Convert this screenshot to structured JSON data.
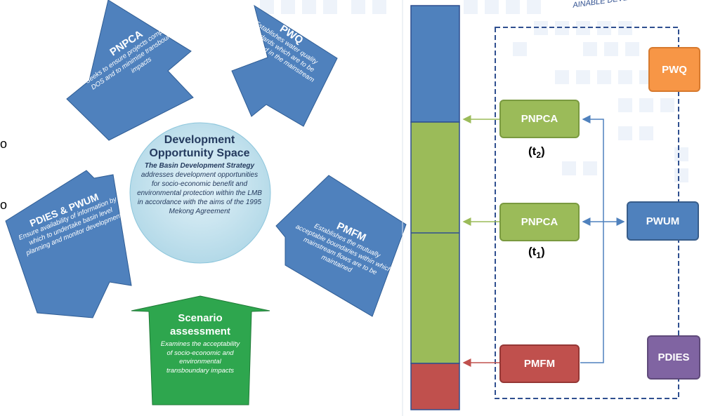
{
  "logo": {
    "text": "AINABLE DEVEL"
  },
  "left_diagram": {
    "center": {
      "title": "Development Opportunity Space",
      "desc_bold": "The Basin Development Strategy",
      "desc_rest": "addresses development opportunities for socio-economic benefit and environmental protection within the LMB in accordance with the aims of the 1995 Mekong Agreement"
    },
    "arrows": {
      "pnpca": {
        "title": "PNPCA",
        "desc": "Seeks to ensure projects comply with DOS and to minimise transboundary impacts"
      },
      "pwq": {
        "title": "PWQ",
        "desc": "Establishes water quality standards which are to be maintained in the mainstream"
      },
      "pdies_pwum": {
        "title": "PDIES & PWUM",
        "desc": "Ensure availability of information by which to undertake basin level planning and monitor development"
      },
      "pmfm": {
        "title": "PMFM",
        "desc": "Establishes the mutually acceptable boundaries within which mainstream flows are to be maintained"
      },
      "scenario": {
        "title": "Scenario assessment",
        "desc": "Examines the acceptability of socio-economic and environmental transboundary impacts"
      }
    },
    "edge_marks": [
      "o",
      "o"
    ]
  },
  "right_diagram": {
    "bar_segments": [
      {
        "name": "blue",
        "color": "#4f81bd"
      },
      {
        "name": "green",
        "color": "#9bbb59"
      },
      {
        "name": "red",
        "color": "#c0504d"
      }
    ],
    "boxes": {
      "pwq": "PWQ",
      "pnpca_t2": "PNPCA",
      "pnpca_t1": "PNPCA",
      "pwum": "PWUM",
      "pmfm": "PMFM",
      "pdies": "PDIES"
    },
    "time_labels": {
      "t2_base": "(t",
      "t2_sub": "2",
      "t1_base": "(t",
      "t1_sub": "1",
      "close": ")"
    },
    "colors": {
      "green": "#9bbb59",
      "orange": "#f79646",
      "blue": "#4f81bd",
      "red": "#c0504d",
      "purple": "#8064a2",
      "dashed_border": "#2f4f8f"
    }
  }
}
